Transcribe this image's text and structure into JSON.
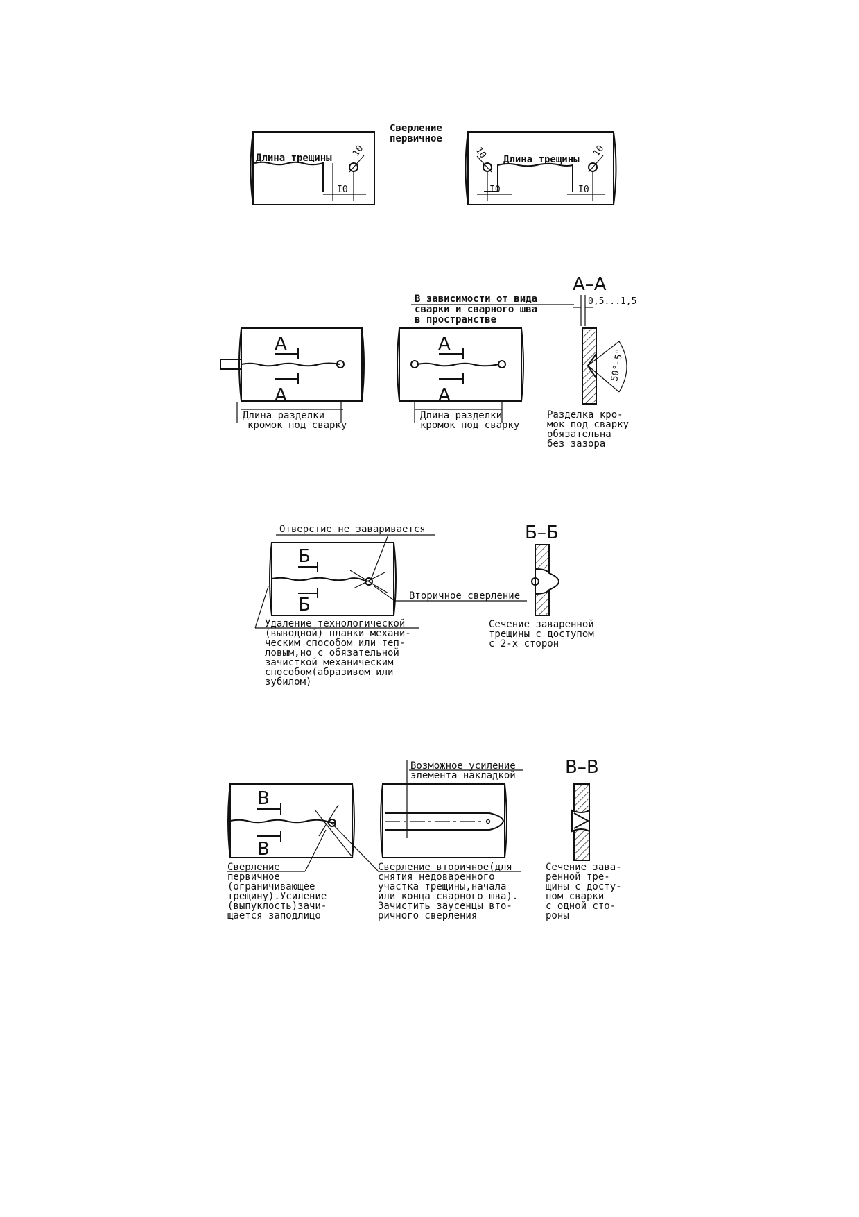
{
  "fig1": {
    "caption_line1": "Сверление",
    "caption_line2": "первичное",
    "crack_length": "Длина трещины",
    "dim_ten": "10",
    "dim_ten_roman": "I0"
  },
  "fig2": {
    "note_line1": "В зависимости от вида",
    "note_line2": "сварки и сварного шва",
    "note_line3": "в пространстве",
    "section_marker": "А",
    "groove_length_line1": "Длина разделки",
    "groove_length_line2": "кромок под сварку",
    "section_title": "А–А",
    "gap_dim": "0,5...1,5",
    "angle_dim": "50°-5°",
    "section_note_line1": "Разделка кро-",
    "section_note_line2": "мок под сварку",
    "section_note_line3": "обязательна",
    "section_note_line4": "без зазора"
  },
  "fig3": {
    "hole_note": "Отверстие не заваривается",
    "section_marker": "Б",
    "secondary_drilling": "Вторичное сверление",
    "removal_note": [
      "Удаление технологической",
      "(выводной) планки механи-",
      "ческим способом или теп-",
      "ловым,но с обязательной",
      "зачисткой механическим",
      "способом(абразивом или",
      "зубилом)"
    ],
    "section_title": "Б–Б",
    "section_note": [
      "Сечение заваренной",
      "трещины с доступом",
      "с 2-х сторон"
    ]
  },
  "fig4": {
    "reinforcement_line1": "Возможное усиление",
    "reinforcement_line2": "элемента накладкой",
    "section_marker": "В",
    "primary_note": [
      "Сверление",
      "первичное",
      "(ограничивающее",
      "трещину).Усиление",
      "(выпуклость)зачи-",
      "щается заподлицо"
    ],
    "secondary_note": [
      "Сверление вторичное(для",
      "снятия недоваренного",
      "участка трещины,начала",
      "или конца сварного шва).",
      "Зачистить заусенцы вто-",
      "ричного сверления"
    ],
    "section_title": "В–В",
    "section_note": [
      "Сечение зава-",
      "ренной тре-",
      "щины с досту-",
      "пом сварки",
      "с одной сто-",
      "роны"
    ]
  }
}
